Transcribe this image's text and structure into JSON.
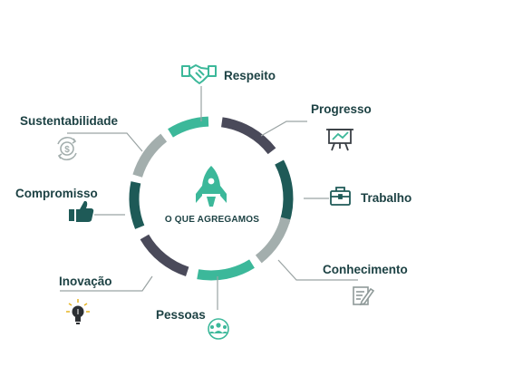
{
  "center": {
    "label": "O QUE AGREGAMOS",
    "icon": "rocket-icon"
  },
  "colors": {
    "green": "#3cb89a",
    "dark_slate": "#4a4a5a",
    "dark_teal": "#1e5a57",
    "gray": "#a3aead",
    "text": "#1d4244"
  },
  "items": [
    {
      "label": "Respeito",
      "icon": "handshake-icon"
    },
    {
      "label": "Progresso",
      "icon": "presentation-board-icon"
    },
    {
      "label": "Trabalho",
      "icon": "briefcase-icon"
    },
    {
      "label": "Conhecimento",
      "icon": "document-edit-icon"
    },
    {
      "label": "Pessoas",
      "icon": "people-group-icon"
    },
    {
      "label": "Inovação",
      "icon": "lightbulb-icon"
    },
    {
      "label": "Compromisso",
      "icon": "thumbs-up-icon"
    },
    {
      "label": "Sustentabilidade",
      "icon": "sustainability-coin-icon"
    }
  ]
}
